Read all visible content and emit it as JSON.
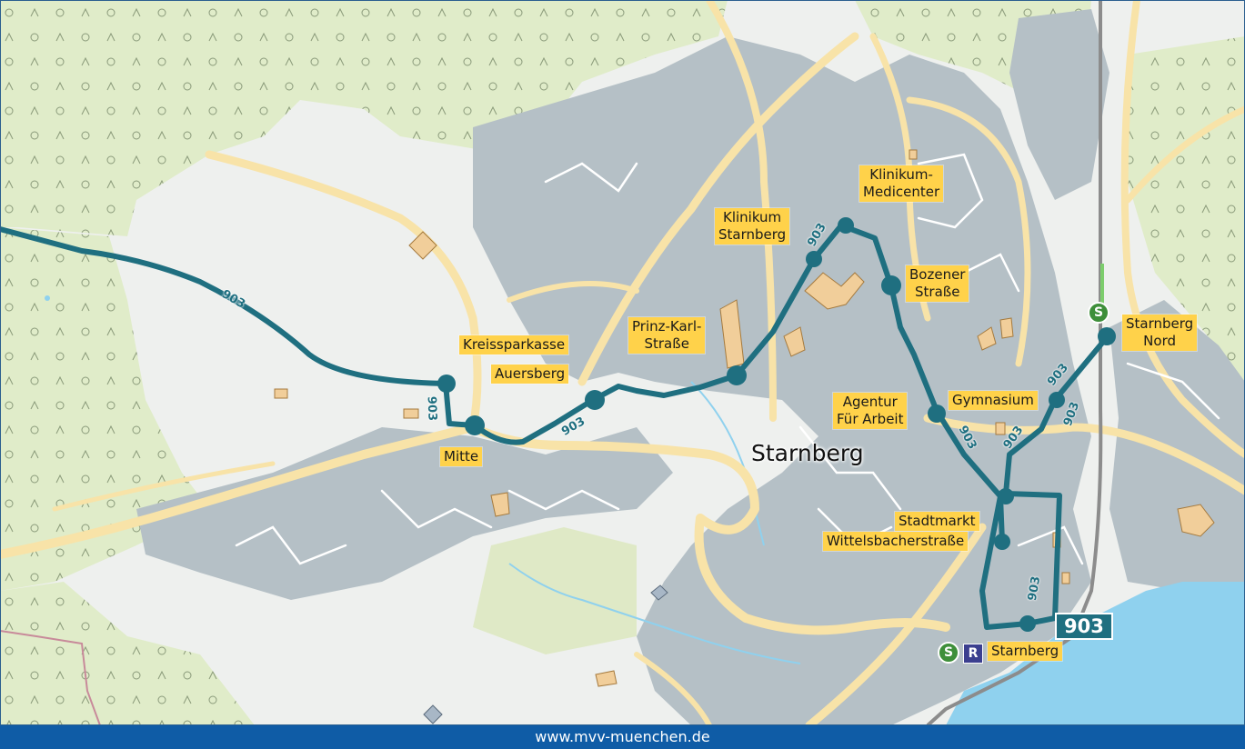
{
  "town_name": "Starnberg",
  "route": {
    "number": "903",
    "badge": "903"
  },
  "stops": {
    "kreissparkasse": "Kreissparkasse",
    "auersberg": "Auersberg",
    "mitte": "Mitte",
    "prinz_karl_line1": "Prinz-Karl-",
    "prinz_karl_line2": "Straße",
    "klinikum_starnberg_line1": "Klinikum",
    "klinikum_starnberg_line2": "Starnberg",
    "klinikum_medicenter_line1": "Klinikum-",
    "klinikum_medicenter_line2": "Medicenter",
    "bozener_line1": "Bozener",
    "bozener_line2": "Straße",
    "agentur_line1": "Agentur",
    "agentur_line2": "Für Arbeit",
    "gymnasium": "Gymnasium",
    "starnberg_nord_line1": "Starnberg",
    "starnberg_nord_line2": "Nord",
    "stadtmarkt": "Stadtmarkt",
    "wittelsbacherstrasse": "Wittelsbacherstraße",
    "starnberg": "Starnberg"
  },
  "symbols": {
    "sbahn": "S",
    "regio": "R"
  },
  "footer_url": "www.mvv-muenchen.de",
  "colors": {
    "route": "#1f6f80",
    "forest": "#e0ecc9",
    "urban": "#b5c0c6",
    "road": "#f8e3a8",
    "water": "#8fd1ee",
    "label_bg": "#ffd24a",
    "footer": "#0f5ca6"
  },
  "icons": [
    "forest-symbol-icon",
    "sbahn-station-icon",
    "regional-train-icon",
    "building-icon"
  ]
}
